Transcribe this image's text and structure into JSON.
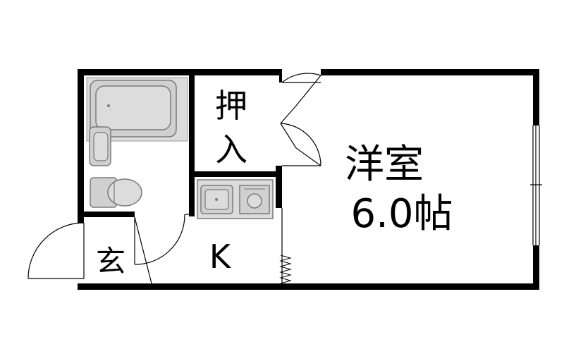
{
  "labels": {
    "closet_top": "押",
    "closet_bottom": "入",
    "room_name": "洋室",
    "room_size": "6.0帖",
    "entrance": "玄",
    "kitchen": "K"
  },
  "colors": {
    "wall": "#000000",
    "fixture_fill": "#d4d4d4",
    "fixture_stroke": "#7a7a7a",
    "background": "#ffffff"
  },
  "icons": [
    "bathtub-icon",
    "washbasin-icon",
    "toilet-icon",
    "sink-icon",
    "stove-icon",
    "door-swing-icon",
    "window-icon"
  ]
}
